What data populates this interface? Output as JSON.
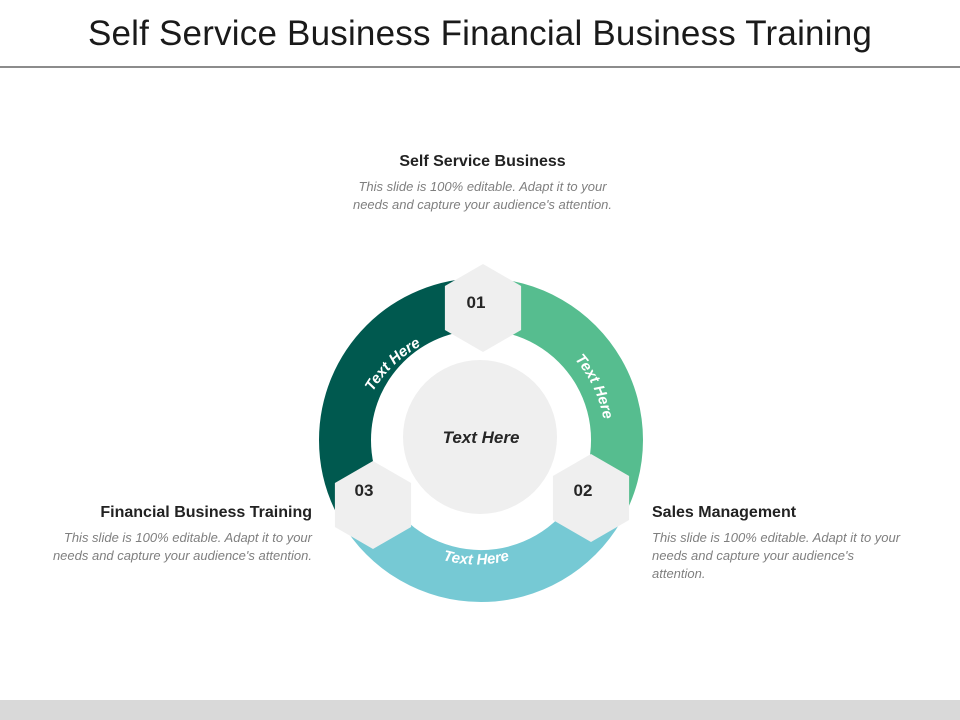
{
  "slide": {
    "title": "Self Service Business Financial Business Training"
  },
  "center": {
    "label": "Text Here"
  },
  "steps": [
    {
      "number": "01",
      "heading": "Self Service Business",
      "description": "This slide is 100% editable. Adapt it to your needs and capture your audience's attention.",
      "arc_label": "Text Here",
      "color": "#00594f"
    },
    {
      "number": "02",
      "heading": "Sales Management",
      "description": "This slide is 100% editable. Adapt it to your needs and capture your audience's attention.",
      "arc_label": "Text Here",
      "color": "#56bd8f"
    },
    {
      "number": "03",
      "heading": "Financial Business Training",
      "description": "This slide is 100% editable. Adapt it to your needs and capture your audience's attention.",
      "arc_label": "Text Here",
      "color": "#76c9d4"
    }
  ],
  "colors": {
    "hexagon_fill": "#efefef",
    "center_fill": "#efefef",
    "title_rule": "#8c8c8c",
    "footer_band": "#d9d9d9"
  }
}
